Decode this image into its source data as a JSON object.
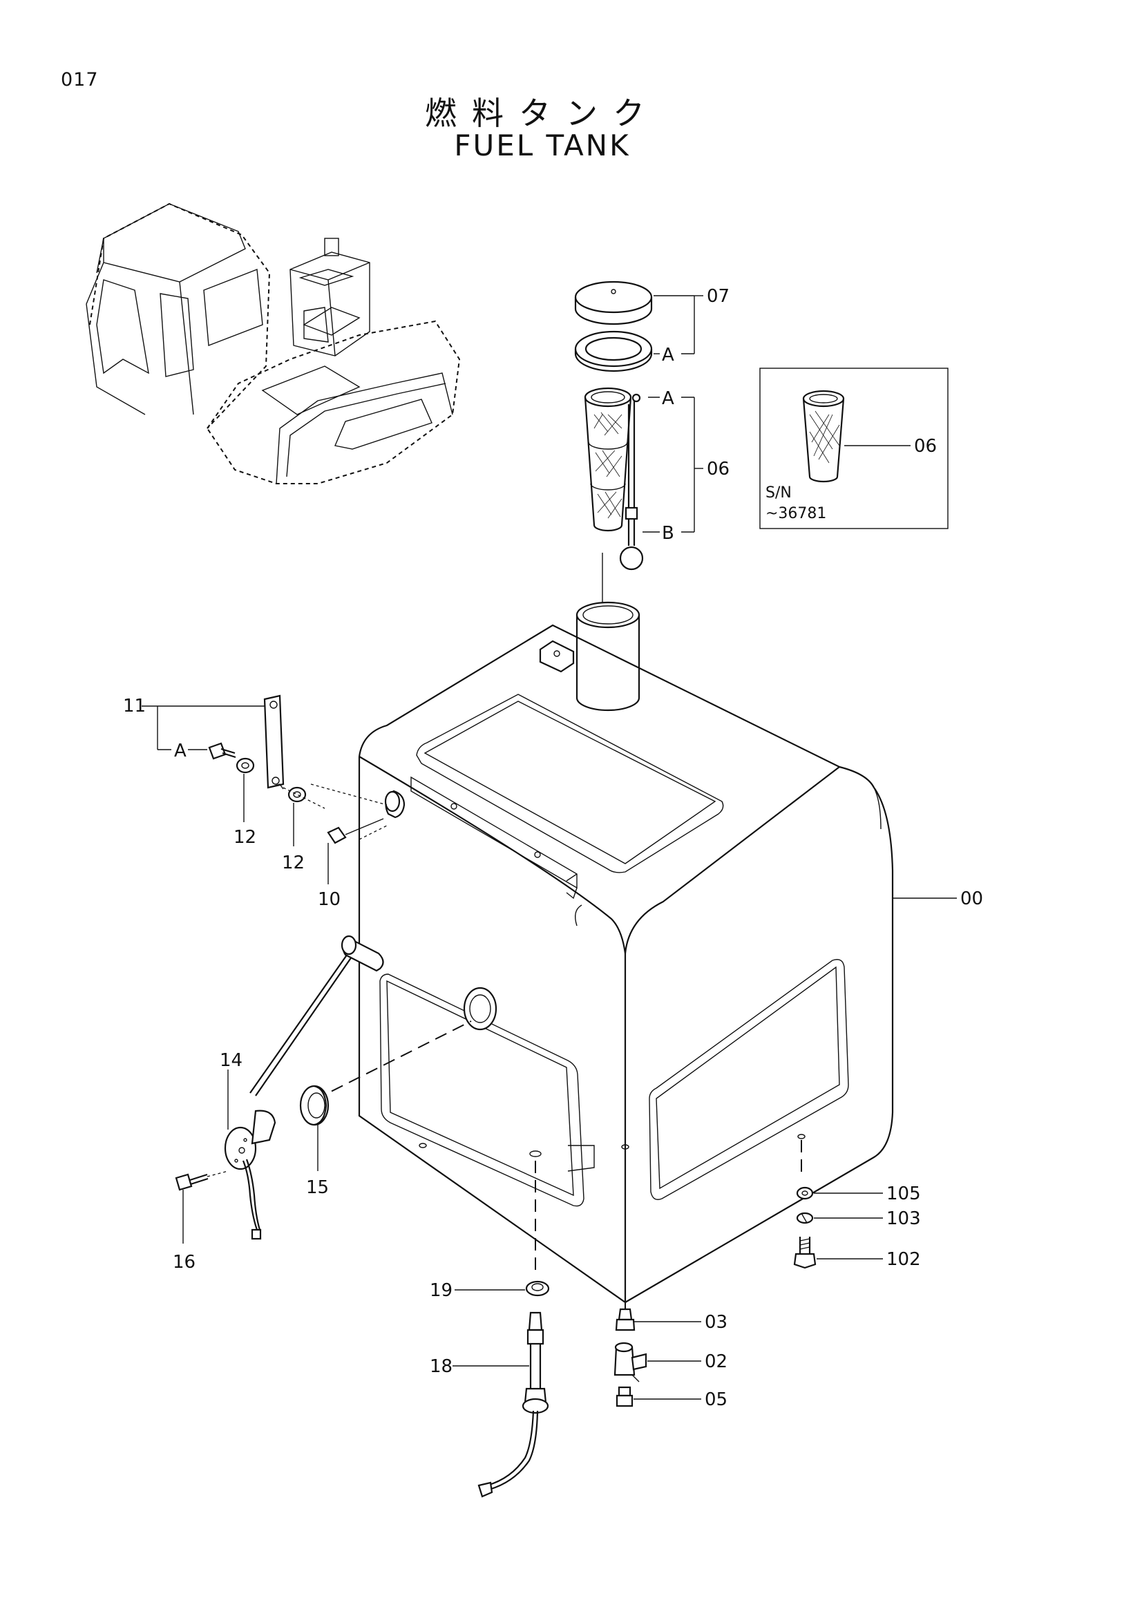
{
  "page_number": "017",
  "title_jp": "燃料タンク",
  "title_en": "FUEL TANK",
  "serial_box": {
    "line1": "S/N",
    "line2": "~36781"
  },
  "callouts": {
    "c07": "07",
    "cA1": "A",
    "cA2": "A",
    "c06": "06",
    "cB": "B",
    "c06b": "06",
    "c11": "11",
    "cA3": "A",
    "c12a": "12",
    "c12b": "12",
    "c10": "10",
    "c00": "00",
    "c14": "14",
    "c15": "15",
    "c16": "16",
    "c105": "105",
    "c103": "103",
    "c102": "102",
    "c19": "19",
    "c18": "18",
    "c03": "03",
    "c02": "02",
    "c05": "05"
  }
}
